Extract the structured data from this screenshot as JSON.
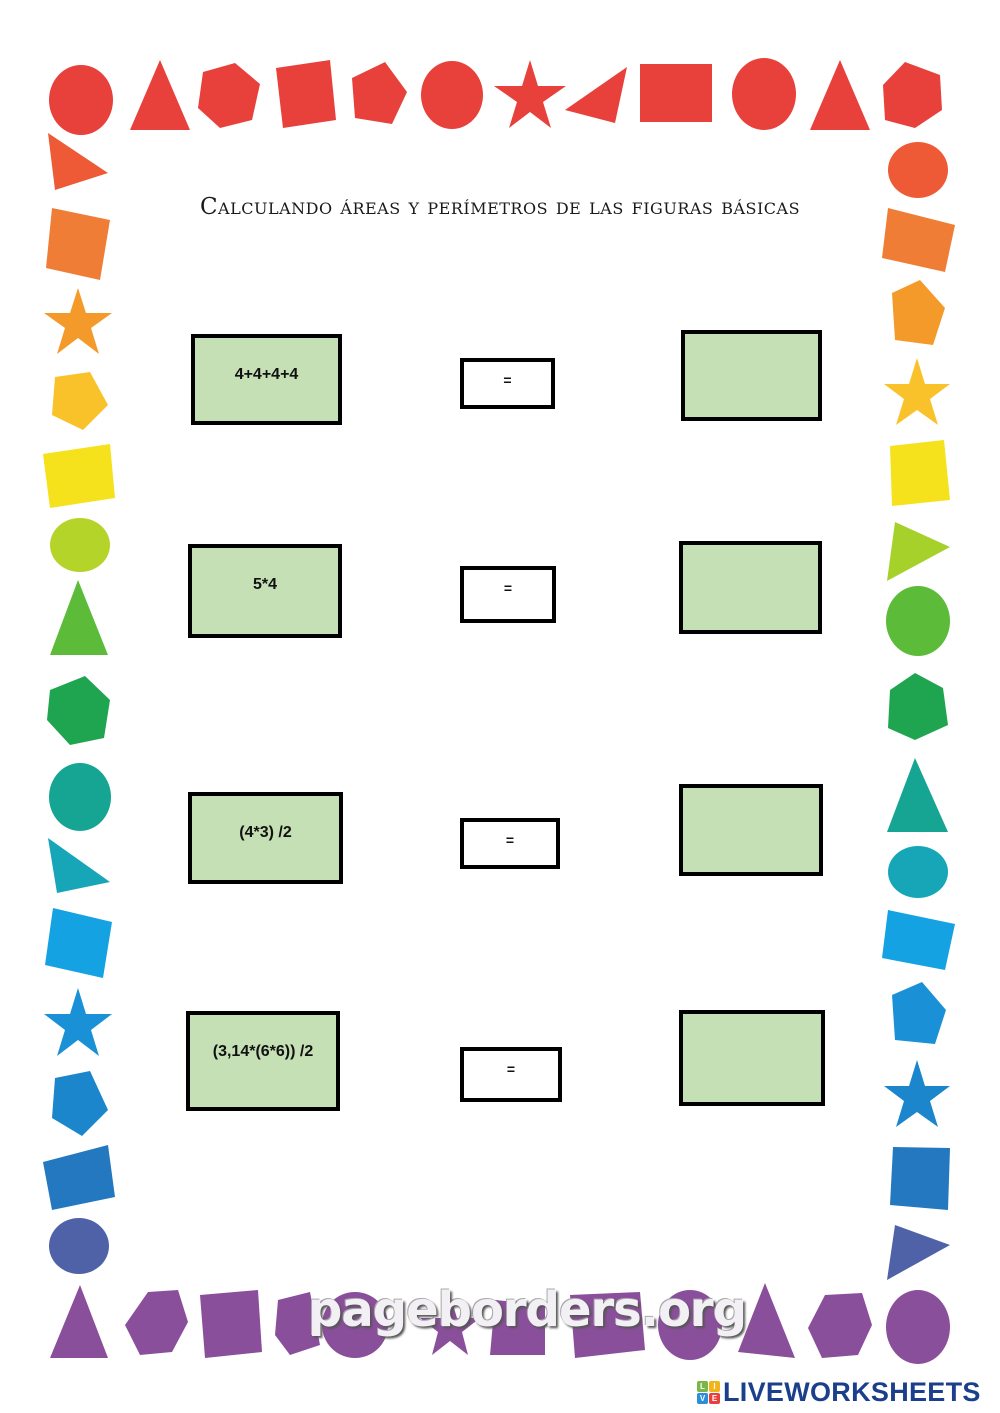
{
  "worksheet": {
    "title": "Calculando áreas y perímetros de las figuras básicas",
    "rows": [
      {
        "expression": "4+4+4+4",
        "equals": "=",
        "answer": ""
      },
      {
        "expression": "5*4",
        "equals": "=",
        "answer": ""
      },
      {
        "expression": "(4*3) /2",
        "equals": "=",
        "answer": ""
      },
      {
        "expression": "(3,14*(6*6)) /2",
        "equals": "=",
        "answer": ""
      }
    ]
  },
  "border": {
    "watermark": "pageborders.org",
    "colors": {
      "red": "#e8403a",
      "orange": "#f07d35",
      "yellow": "#f5e21c",
      "lime": "#a6d12a",
      "green": "#1fa550",
      "teal": "#16a493",
      "cyan": "#1aa3d0",
      "blue": "#1b86cc",
      "indigo": "#4f62a8",
      "purple": "#8a4f9a"
    }
  },
  "footer": {
    "brand": "LIVEWORKSHEETS",
    "logo_letters": [
      "L",
      "I",
      "V",
      "E"
    ],
    "logo_colors": [
      "#7ab648",
      "#f0b41c",
      "#2a8fd6",
      "#e8403a"
    ]
  },
  "colors": {
    "box_fill": "#c5e0b4",
    "box_border": "#000000",
    "brand_blue": "#1b3f8b"
  }
}
